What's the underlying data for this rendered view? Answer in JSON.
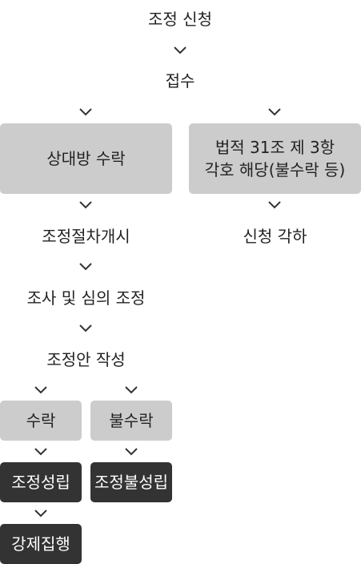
{
  "steps": {
    "apply": "조정 신청",
    "receipt": "접수",
    "accept_party": "상대방 수락",
    "dismiss_reason": "법적 31조 제 3항\n각호 해당(불수락 등)",
    "dismiss": "신청 각하",
    "start": "조정절차개시",
    "review": "조사 및 심의 조정",
    "draft": "조정안 작성",
    "accept": "수락",
    "reject": "불수락",
    "success": "조정성립",
    "fail": "조정불성립",
    "enforce": "강제집행"
  }
}
